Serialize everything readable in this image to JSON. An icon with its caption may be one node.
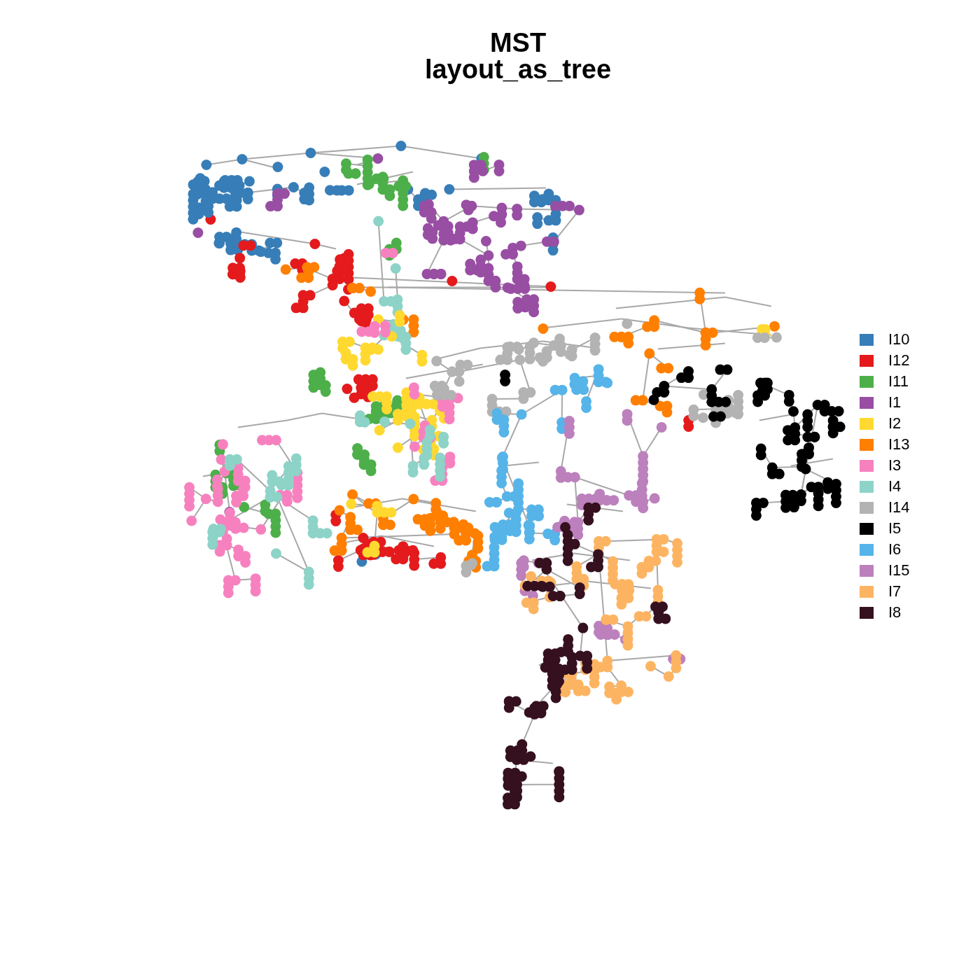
{
  "diagram": {
    "title": "MST layout_as_tree",
    "legend": [
      {
        "text": "I10",
        "color": "#377eb8"
      },
      {
        "text": "I12",
        "color": "#e41a1c"
      },
      {
        "text": "I11",
        "color": "#4daf4a"
      },
      {
        "text": "I1",
        "color": "#984ea3"
      },
      {
        "text": "I2",
        "color": "#ffd92f"
      },
      {
        "text": "I13",
        "color": "#ff7f00"
      },
      {
        "text": "I3",
        "color": "#f781bf"
      },
      {
        "text": "I4",
        "color": "#8dd3c7"
      },
      {
        "text": "I14",
        "color": "#b3b3b3"
      },
      {
        "text": "I5",
        "color": "#000000"
      },
      {
        "text": "I6",
        "color": "#56b4e9"
      },
      {
        "text": "I15",
        "color": "#bc80bd"
      },
      {
        "text": "I7",
        "color": "#fdb462"
      },
      {
        "text": "I8",
        "color": "#35101f"
      }
    ]
  }
}
